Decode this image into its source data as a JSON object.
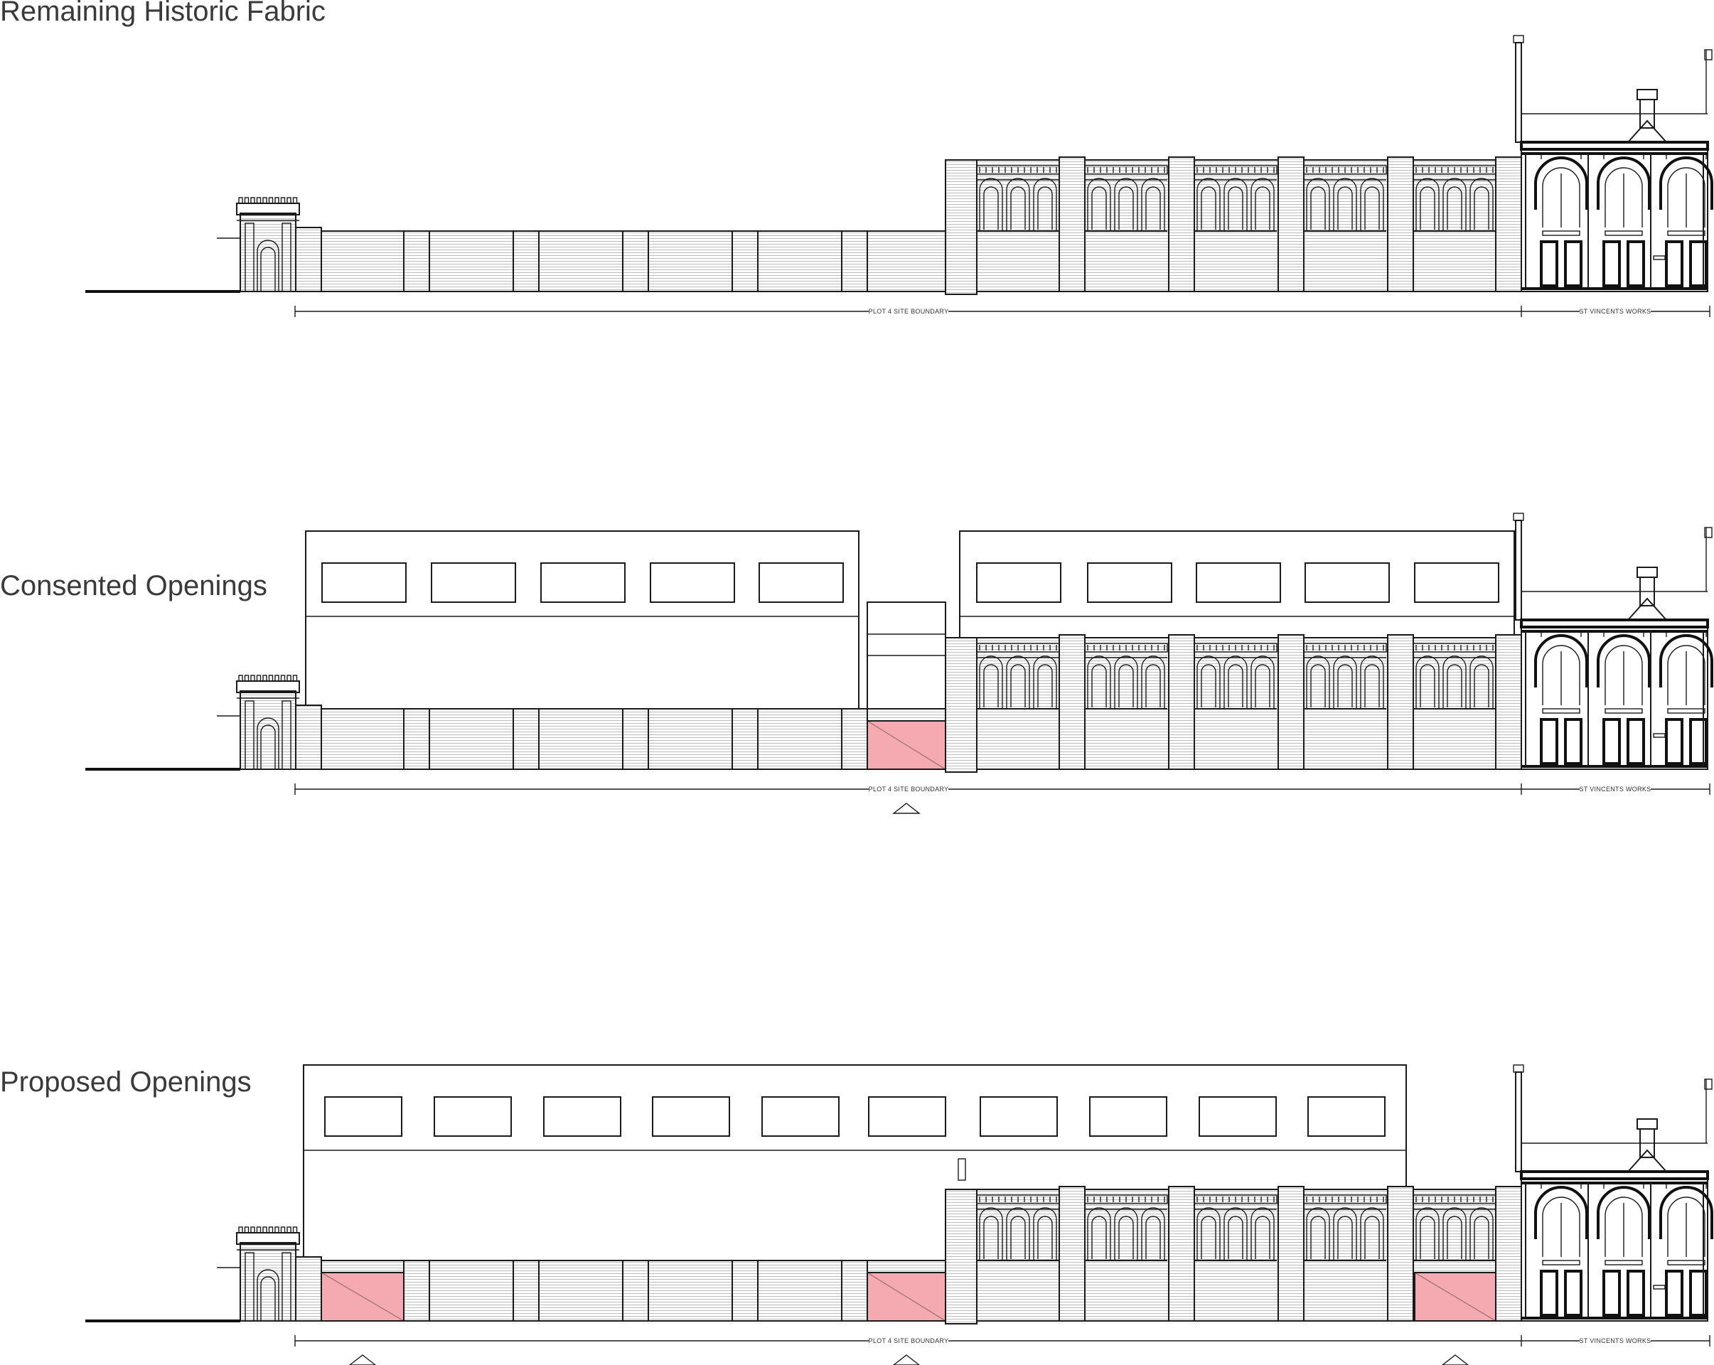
{
  "panels": [
    {
      "id": "historic",
      "label": "Remaining Historic Fabric",
      "extension": "none",
      "openings": []
    },
    {
      "id": "consented",
      "label": "Consented Openings",
      "extension": "split",
      "openings": [
        "center"
      ]
    },
    {
      "id": "proposed",
      "label": "Proposed Openings",
      "extension": "full",
      "openings": [
        "left",
        "center",
        "right"
      ]
    }
  ],
  "dimensions": {
    "site_boundary": "PLOT 4 SITE BOUNDARY",
    "neighbour": "ST VINCENTS WORKS"
  },
  "colors": {
    "opening_fill": "#f4aab0",
    "line": "#1a1a1a",
    "hatch": "#bdbdbd"
  }
}
